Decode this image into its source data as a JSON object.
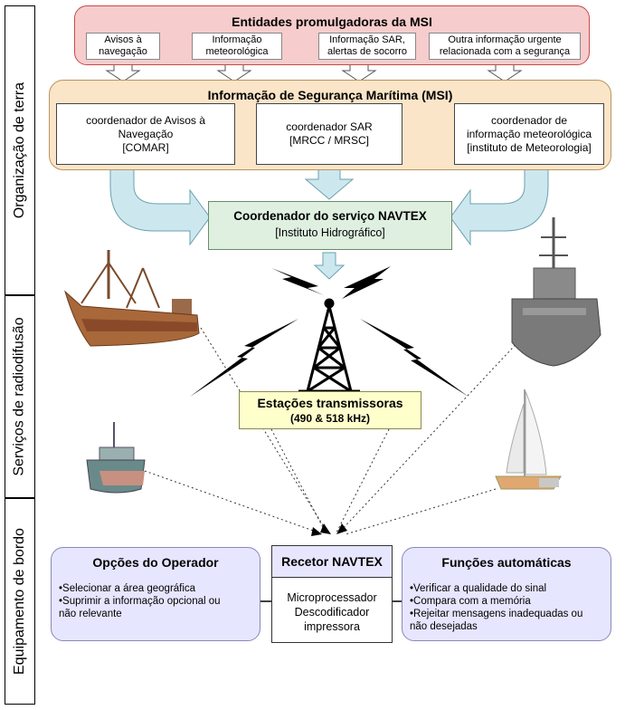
{
  "side_labels": {
    "terra": "Organização de terra",
    "radio": "Serviços de radiodifusão",
    "bordo": "Equipamento de bordo"
  },
  "entidades": {
    "title": "Entidades promulgadoras da MSI",
    "items": [
      "Avisos à navegação",
      "Informação meteorológica",
      "Informação SAR, alertas de socorro",
      "Outra informação urgente relacionada com a segurança"
    ]
  },
  "msi": {
    "title": "Informação de Segurança Marítima (MSI)",
    "items": [
      {
        "line1": "coordenador de Avisos à",
        "line2": "Navegação",
        "line3": "[COMAR]"
      },
      {
        "line1": "coordenador SAR",
        "line2": "[MRCC / MRSC]",
        "line3": ""
      },
      {
        "line1": "coordenador de",
        "line2": "informação meteorológica",
        "line3": "[instituto de Meteorologia]"
      }
    ]
  },
  "navtex_coord": {
    "title": "Coordenador do serviço NAVTEX",
    "subtitle": "[Instituto Hidrográfico]"
  },
  "estacoes": {
    "title": "Estações transmissoras",
    "subtitle": "(490 & 518 kHz)"
  },
  "operador": {
    "title": "Opções do Operador",
    "bullets": [
      "•Selecionar a área geográfica",
      "•Suprimir a informação opcional ou",
      "não relevante"
    ]
  },
  "recetor": {
    "title": "Recetor NAVTEX",
    "lines": [
      "Microprocessador",
      "Descodificador",
      "impressora"
    ]
  },
  "funcoes": {
    "title": "Funções automáticas",
    "bullets": [
      "•Verificar a qualidade do sinal",
      "•Compara com a memória",
      "•Rejeitar mensagens inadequadas ou",
      "não desejadas"
    ]
  },
  "colors": {
    "arrow_fill": "#cce8ee",
    "arrow_stroke": "#6aa0b0",
    "ship_rust": "#a8683a",
    "warship_gray": "#7a7a7a"
  }
}
